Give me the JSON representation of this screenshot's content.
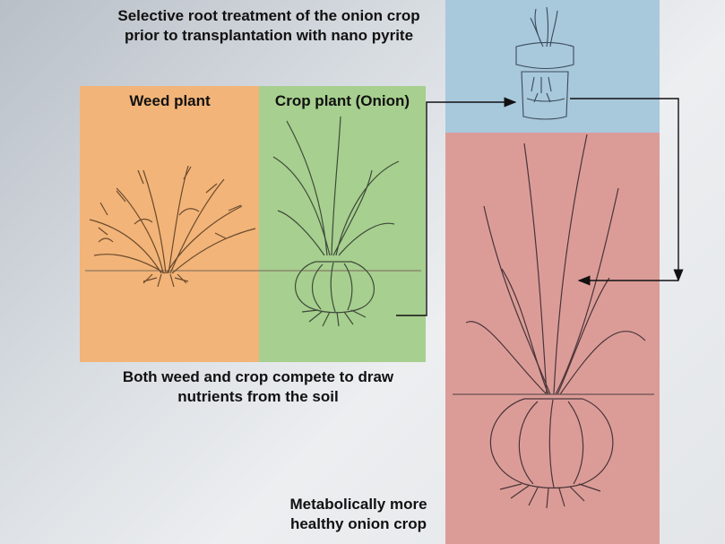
{
  "diagram": {
    "top_caption": [
      "Selective root treatment of the onion crop",
      "prior to transplantation with nano pyrite"
    ],
    "weed_label": "Weed plant",
    "crop_label": "Crop plant (Onion)",
    "compete_caption": [
      "Both weed and crop compete to draw",
      "nutrients from the soil"
    ],
    "result_caption": [
      "Metabolically more",
      "healthy onion crop"
    ]
  }
}
